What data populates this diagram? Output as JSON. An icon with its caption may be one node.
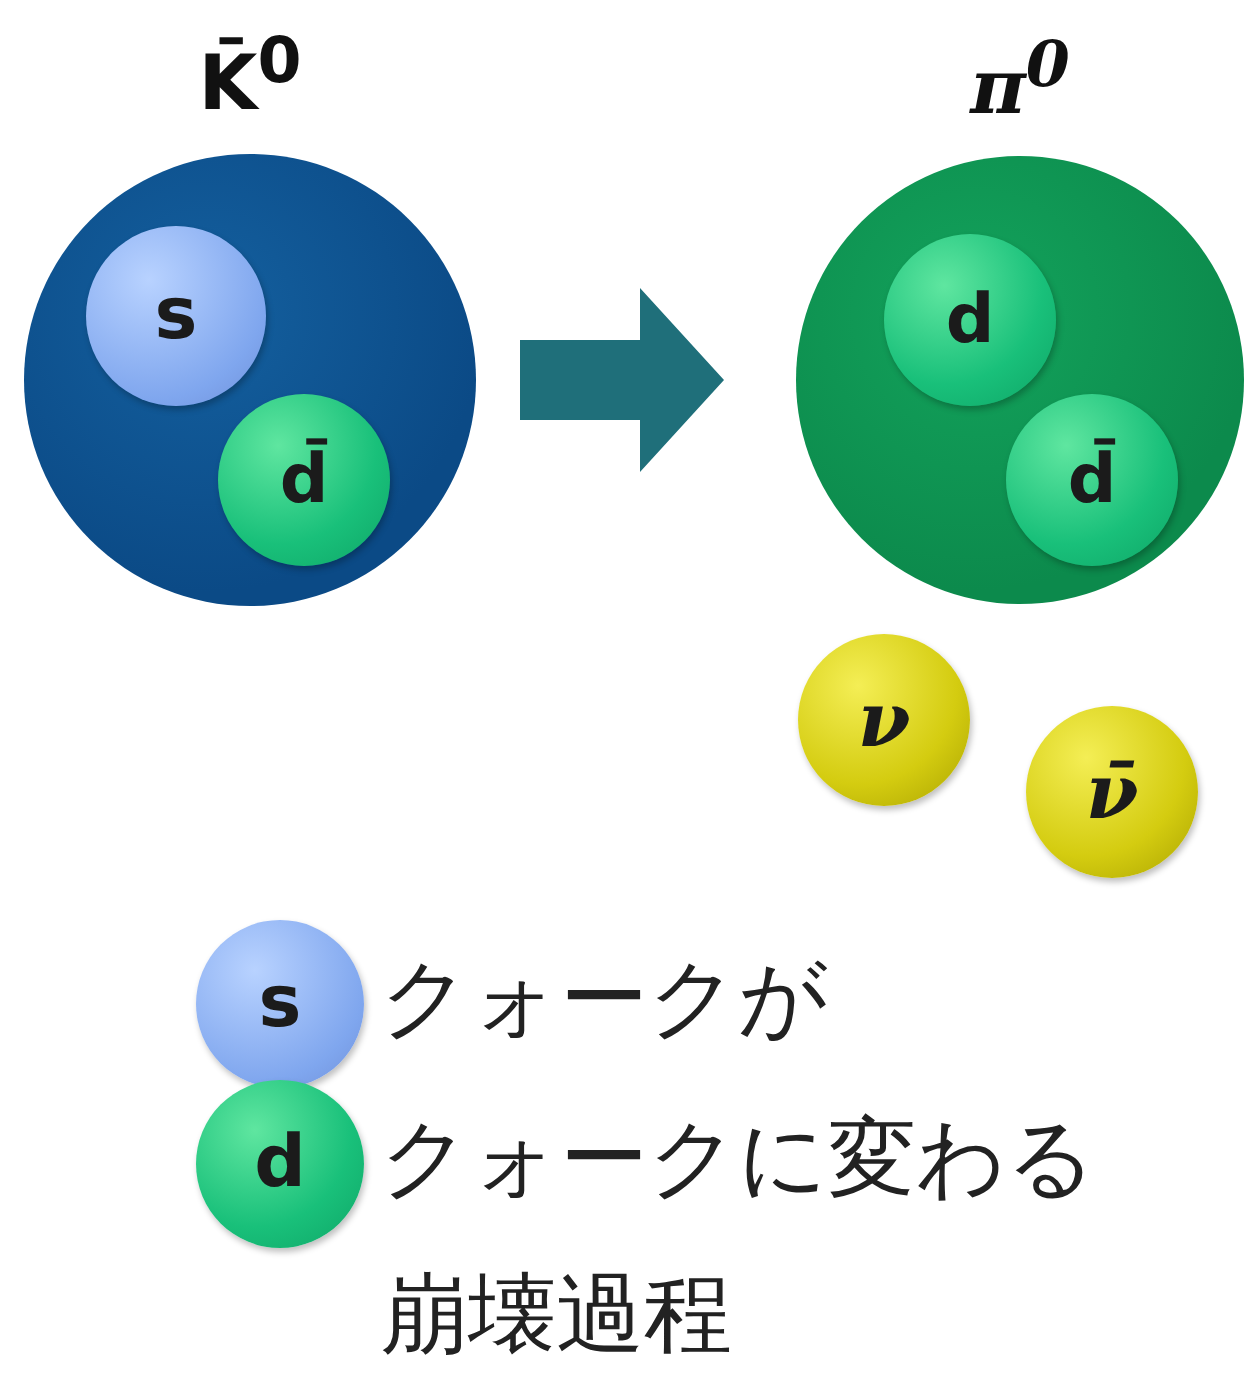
{
  "diagram": {
    "nodes": [
      {
        "text": [
          "K̄$^{0}$"
        ]
      },
      {
        "text": [
          "s"
        ],
        "in": 0
      },
      {
        "text": [
          "d̄"
        ],
        "in": 0
      },
      {
        "text": [
          "π$^{0}$"
        ]
      },
      {
        "text": [
          "d"
        ],
        "in": 3
      },
      {
        "text": [
          "d̄"
        ],
        "in": 3
      },
      {
        "text": [
          "ν"
        ]
      },
      {
        "text": [
          "ν̄"
        ]
      },
      {
        "text": [
          "s"
        ],
        "beside": [
          "クォークが"
        ]
      },
      {
        "text": [
          "d"
        ],
        "beside": [
          "クォークに変わる"
        ]
      }
    ],
    "edges": [
      {
        "from": 0,
        "to": 3,
        "arrow": "to",
        "style": "thick",
        "color": "#1f6f7a"
      }
    ],
    "labels": [
      "崩壊過程"
    ]
  }
}
